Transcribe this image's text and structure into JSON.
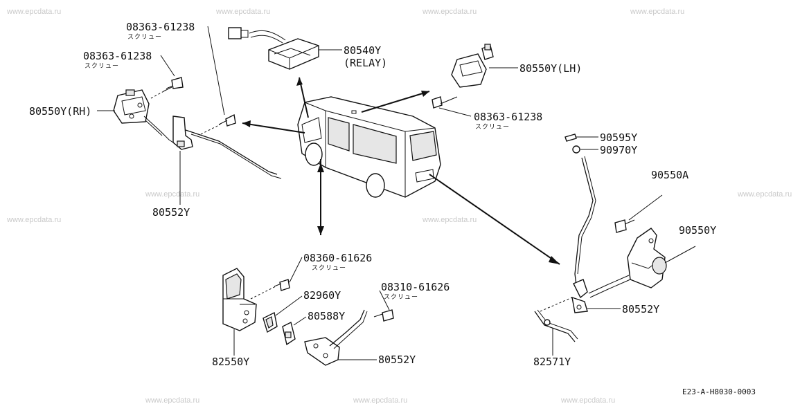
{
  "watermark": "www.epcdata.ru",
  "diagram_code": "E23-A-H8030-0003",
  "labels": {
    "screw_top1_num": "08363-61238",
    "screw_top1_sub": "スクリュー",
    "screw_top2_num": "08363-61238",
    "screw_top2_sub": "スクリュー",
    "actuator_rh": "80550Y(RH)",
    "rod_left": "80552Y",
    "relay_num": "80540Y",
    "relay_sub": "(RELAY)",
    "actuator_lh": "80550Y(LH)",
    "screw_right_num": "08363-61238",
    "screw_right_sub": "スクリュー",
    "bolt_90595": "90595Y",
    "washer_90970": "90970Y",
    "bolt_90550a": "90550A",
    "actuator_back": "90550Y",
    "rod_back": "80552Y",
    "rod_82571": "82571Y",
    "screw_bottom1_num": "08360-61626",
    "screw_bottom1_sub": "スクリュー",
    "gasket": "82960Y",
    "bracket": "80588Y",
    "screw_bottom2_num": "08310-61626",
    "screw_bottom2_sub": "スクリュー",
    "rod_bottom": "80552Y",
    "actuator_slide": "82550Y"
  }
}
